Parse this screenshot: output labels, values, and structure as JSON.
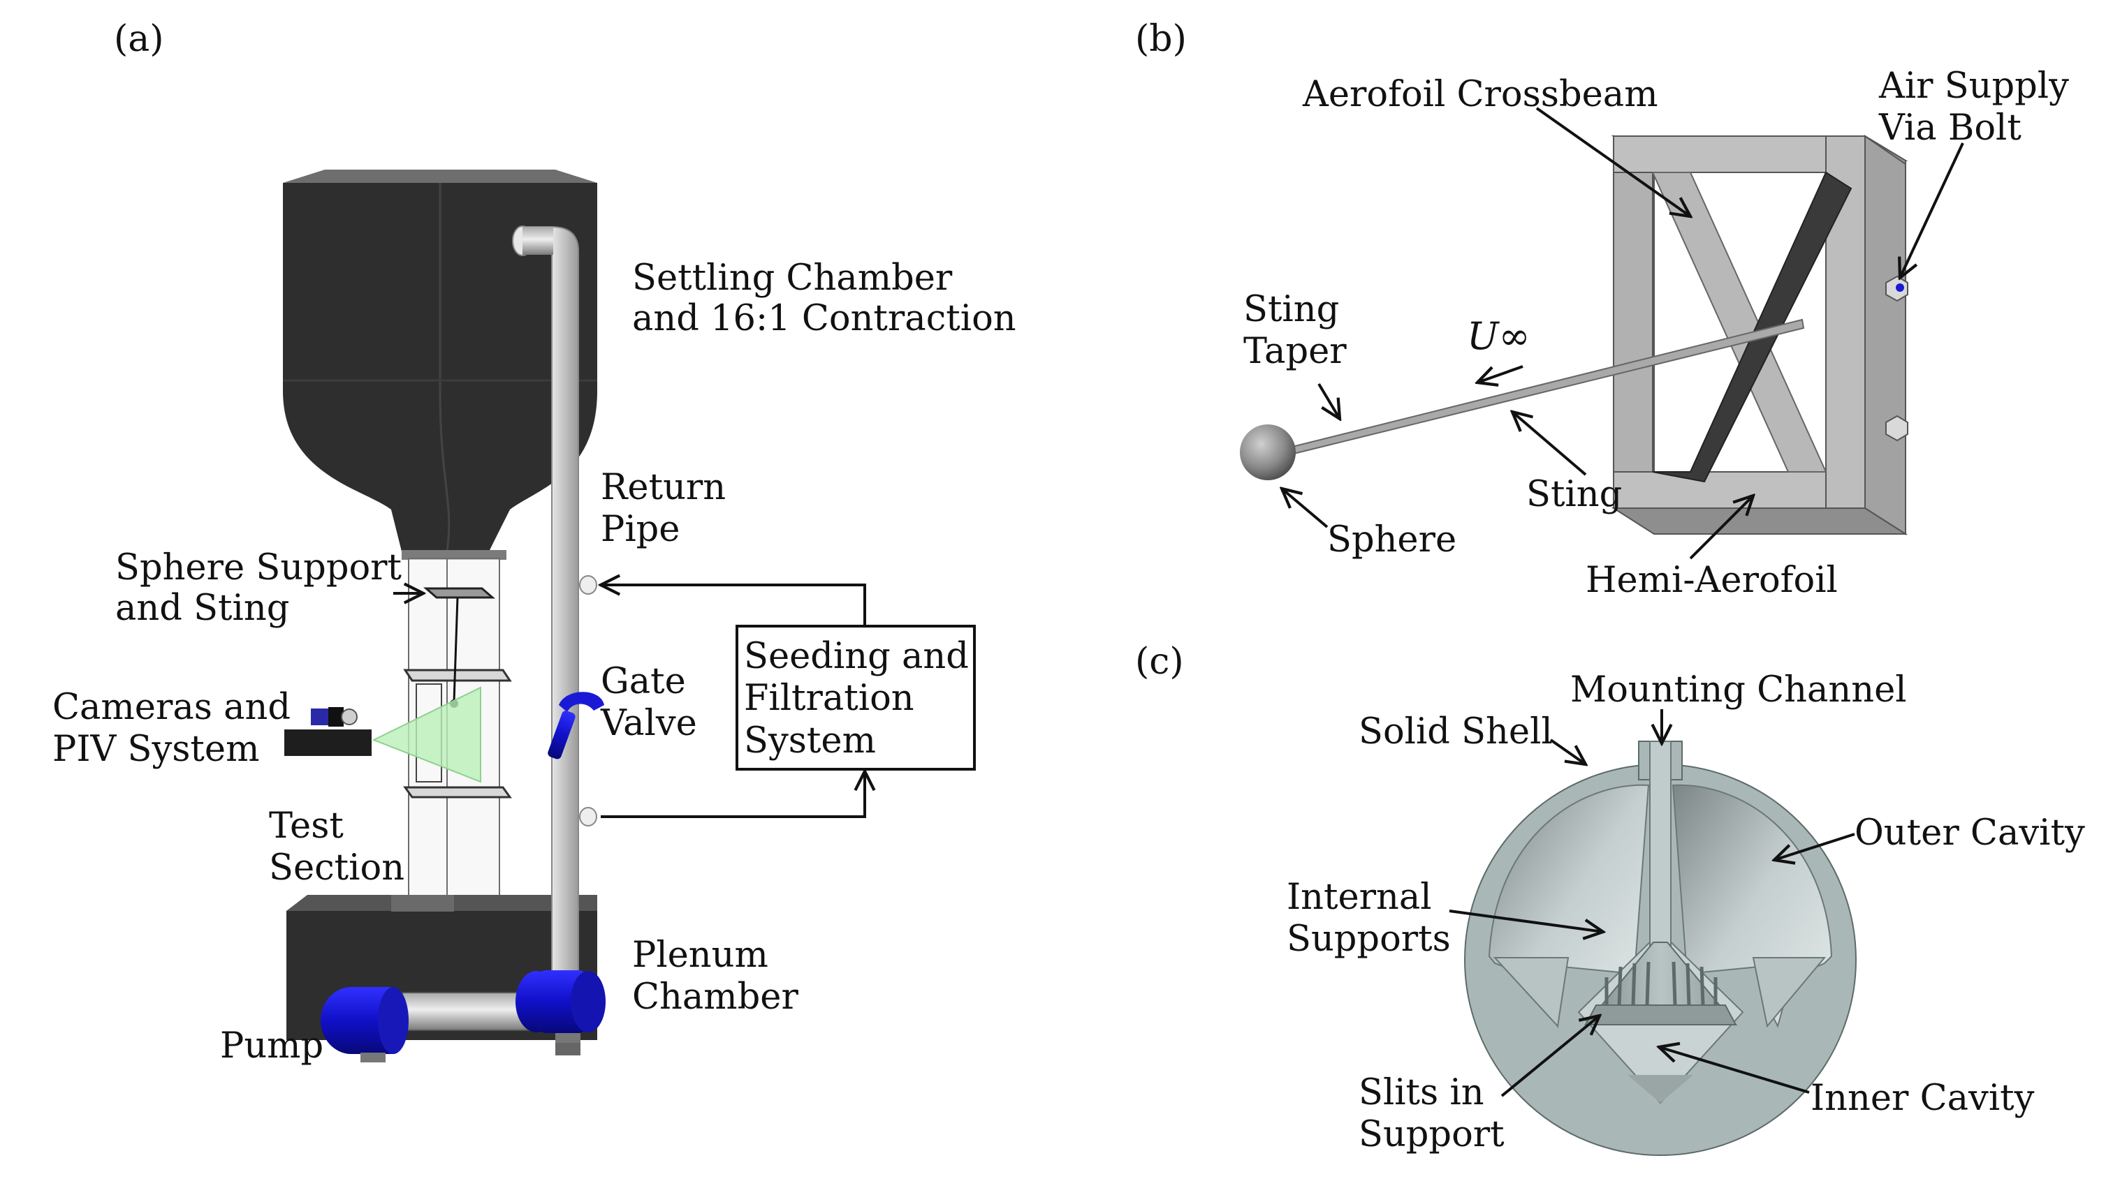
{
  "panels": {
    "a": {
      "tag": "(a)",
      "labels": {
        "settling_1": "Settling Chamber",
        "settling_2": "and 16:1 Contraction",
        "return_1": "Return",
        "return_2": "Pipe",
        "sphere_support_1": "Sphere Support",
        "sphere_support_2": "and Sting",
        "gate_1": "Gate",
        "gate_2": "Valve",
        "seeding_1": "Seeding and",
        "seeding_2": "Filtration",
        "seeding_3": "System",
        "cameras_1": "Cameras and",
        "cameras_2": "PIV System",
        "test_1": "Test",
        "test_2": "Section",
        "plenum_1": "Plenum",
        "plenum_2": "Chamber",
        "pump": "Pump"
      }
    },
    "b": {
      "tag": "(b)",
      "labels": {
        "crossbeam": "Aerofoil Crossbeam",
        "air_1": "Air Supply",
        "air_2": "Via Bolt",
        "taper_1": "Sting",
        "taper_2": "Taper",
        "u_inf": "U∞",
        "sting": "Sting",
        "sphere": "Sphere",
        "hemi": "Hemi-Aerofoil"
      }
    },
    "c": {
      "tag": "(c)",
      "labels": {
        "mounting": "Mounting Channel",
        "solid": "Solid Shell",
        "outer": "Outer Cavity",
        "internal_1": "Internal",
        "internal_2": "Supports",
        "slits_1": "Slits in",
        "slits_2": "Support",
        "inner": "Inner Cavity"
      }
    }
  },
  "colors": {
    "tank": "#2e2e2e",
    "pipe": "#d9d9d9",
    "pump": "#1a1ad6",
    "laser": "#b9f0b9",
    "frame": "#b5b5b5",
    "shell": "#a9b7b7"
  },
  "icons": {
    "arrowhead": "open-arrowhead"
  }
}
